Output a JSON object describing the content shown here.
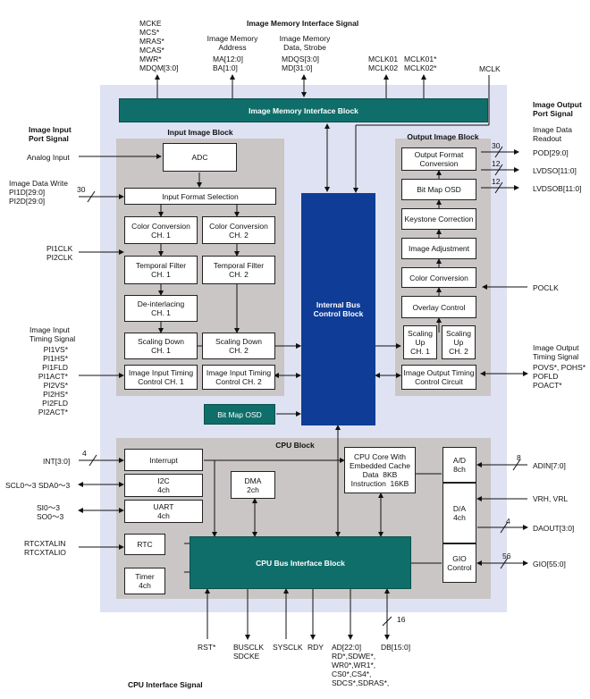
{
  "top": {
    "title": "Image Memory Interface Signal",
    "ctrl_signals": "MCKE\nMCS*\nMRAS*\nMCAS*\nMWR*\nMDQM[3:0]",
    "addr_title": "Image Memory\nAddress",
    "addr_signals": "MA[12:0]\nBA[1:0]",
    "data_title": "Image Memory\nData, Strobe",
    "data_signals": "MDQS[3:0]\nMD[31:0]",
    "clk_a": "MCLK01\nMCLK02",
    "clk_b": "MCLK01*\nMCLK02*",
    "mclk": "MCLK"
  },
  "left": {
    "input_port_title": "Image Input\nPort Signal",
    "analog_input": "Analog Input",
    "data_write": "Image Data Write\nPI1D[29:0]\nPI2D[29:0]",
    "bus_width_30": "30",
    "clk": "PI1CLK\nPI2CLK",
    "timing_title": "Image Input\nTiming Signal",
    "timing_signals": "PI1VS*\nPI1HS*\nPI1FLD\nPI1ACT*\nPI2VS*\nPI2HS*\nPI2FLD\nPI2ACT*",
    "int": "INT[3:0]",
    "int_width": "4",
    "scl": "SCL0～3 SDA0～3",
    "si": "SI0～3\nSO0～3",
    "rtc": "RTCXTALIN\nRTCXTALIO"
  },
  "right": {
    "output_port_title": "Image Output\nPort Signal",
    "readout_title": "Image Data\nReadout",
    "pod": "POD[29:0]",
    "pod_width": "30",
    "lvdso": "LVDSO[11:0]",
    "lvdso_width": "12",
    "lvdsob": "LVDSOB[11:0]",
    "lvdsob_width": "12",
    "poclk": "POCLK",
    "timing_title": "Image Output\nTiming Signal",
    "timing_signals": "POVS*, POHS*\nPOFLD\nPOACT*",
    "adin": "ADIN[7:0]",
    "adin_width": "8",
    "vrh": "VRH, VRL",
    "daout": "DAOUT[3:0]",
    "daout_width": "4",
    "gio": "GIO[55:0]",
    "gio_width": "56"
  },
  "bottom": {
    "title": "CPU Interface Signal",
    "rst": "RST*",
    "busclk": "BUSCLK\nSDCKE",
    "sysclk": "SYSCLK",
    "rdy": "RDY",
    "ad": "AD[22:0]\nRD*,SDWE*,\nWR0*,WR1*,\nCS0*,CS4*,\nSDCS*,SDRAS*,",
    "db": "DB[15:0]",
    "db_width": "16"
  },
  "blocks": {
    "memory_if": "Image Memory Interface Block",
    "input_block": "Input Image Block",
    "output_block": "Output Image Block",
    "adc": "ADC",
    "input_format": "Input Format Selection",
    "cc1": "Color Conversion\nCH. 1",
    "cc2": "Color Conversion\nCH. 2",
    "tf1": "Temporal Filter\nCH. 1",
    "tf2": "Temporal Filter\nCH. 2",
    "deint": "De-interlacing\nCH. 1",
    "sd1": "Scaling Down\nCH. 1",
    "sd2": "Scaling Down\nCH. 2",
    "iitc1": "Image Input Timing\nControl CH. 1",
    "iitc2": "Image Input Timing\nControl CH. 2",
    "bitmap_osd_teal": "Bit Map OSD",
    "internal_bus": "Internal Bus\nControl Block",
    "ofc": "Output Format\nConversion",
    "bitmap_osd": "Bit Map OSD",
    "keystone": "Keystone Correction",
    "adjust": "Image Adjustment",
    "color_conv": "Color Conversion",
    "overlay": "Overlay Control",
    "su1": "Scaling\nUp\nCH. 1",
    "su2": "Scaling\nUp\nCH. 2",
    "iotc": "Image Output Timing\nControl Circuit",
    "cpu_block": "CPU Block",
    "interrupt": "Interrupt",
    "i2c": "I2C\n4ch",
    "uart": "UART\n4ch",
    "dma": "DMA\n2ch",
    "cpu_core": "CPU Core With\nEmbedded Cache\nData  8KB\nInstruction  16KB",
    "ad_conv": "A/D\n8ch",
    "da_conv": "D/A\n4ch",
    "gio_ctrl": "GIO\nControl",
    "rtc": "RTC",
    "timer": "Timer\n4ch",
    "cpu_bus": "CPU Bus Interface Block"
  },
  "colors": {
    "chip_bg": "#dfe2f2",
    "grey_block": "#c9c6c5",
    "teal": "#0f6e6a",
    "internal_bus": "#0f3c96"
  }
}
